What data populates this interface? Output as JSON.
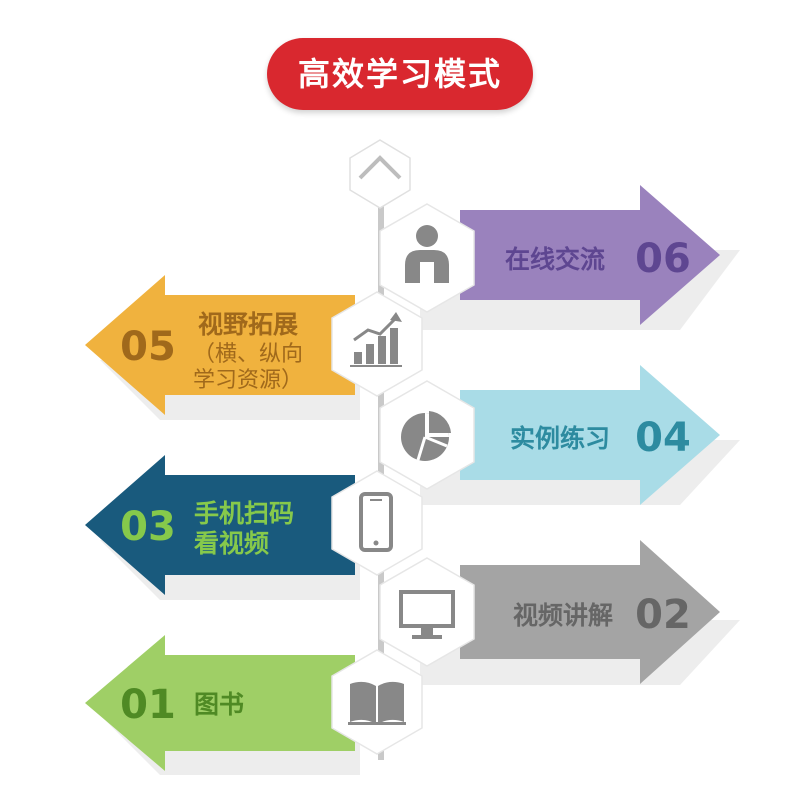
{
  "title": "高效学习模式",
  "colors": {
    "title_bg": "#d9282f",
    "purple": "#9a82bd",
    "purple_text": "#5e4691",
    "orange": "#f0b23e",
    "orange_text": "#a0691b",
    "lightblue": "#a9dce7",
    "lightblue_text": "#2d8ba0",
    "navy": "#195a7d",
    "navy_text": "#86c94b",
    "gray": "#a4a4a4",
    "gray_text": "#666666",
    "green": "#9fcf66",
    "green_text": "#4f8a24"
  },
  "steps": [
    {
      "num": "06",
      "lines": [
        "在线交流"
      ],
      "icon": "user-icon"
    },
    {
      "num": "05",
      "lines": [
        "视野拓展",
        "（横、纵向",
        "学习资源）"
      ],
      "icon": "bar-chart-icon"
    },
    {
      "num": "04",
      "lines": [
        "实例练习"
      ],
      "icon": "pie-chart-icon"
    },
    {
      "num": "03",
      "lines": [
        "手机扫码",
        "看视频"
      ],
      "icon": "phone-icon"
    },
    {
      "num": "02",
      "lines": [
        "视频讲解"
      ],
      "icon": "monitor-icon"
    },
    {
      "num": "01",
      "lines": [
        "图书"
      ],
      "icon": "book-icon"
    }
  ]
}
